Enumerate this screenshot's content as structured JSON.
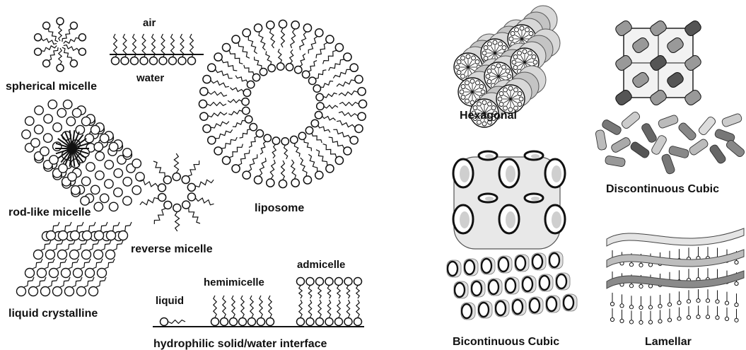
{
  "labels": {
    "air": "air",
    "water": "water",
    "spherical_micelle": "spherical micelle",
    "rod_like_micelle": "rod-like micelle",
    "liquid_crystalline": "liquid crystalline",
    "reverse_micelle": "reverse micelle",
    "liposome": "liposome",
    "liquid": "liquid",
    "hemimicelle": "hemimicelle",
    "admicelle": "admicelle",
    "interface": "hydrophilic solid/water interface",
    "hexagonal": "Hexagonal",
    "discontinuous_cubic": "Discontinuous Cubic",
    "bicontinuous_cubic": "Bicontinuous Cubic",
    "lamellar": "Lamellar"
  },
  "colors": {
    "ink": "#111111",
    "background": "#ffffff",
    "shade_light": "#e6e6e6",
    "shade_mid": "#bdbdbd",
    "shade_dark": "#7a7a7a"
  }
}
